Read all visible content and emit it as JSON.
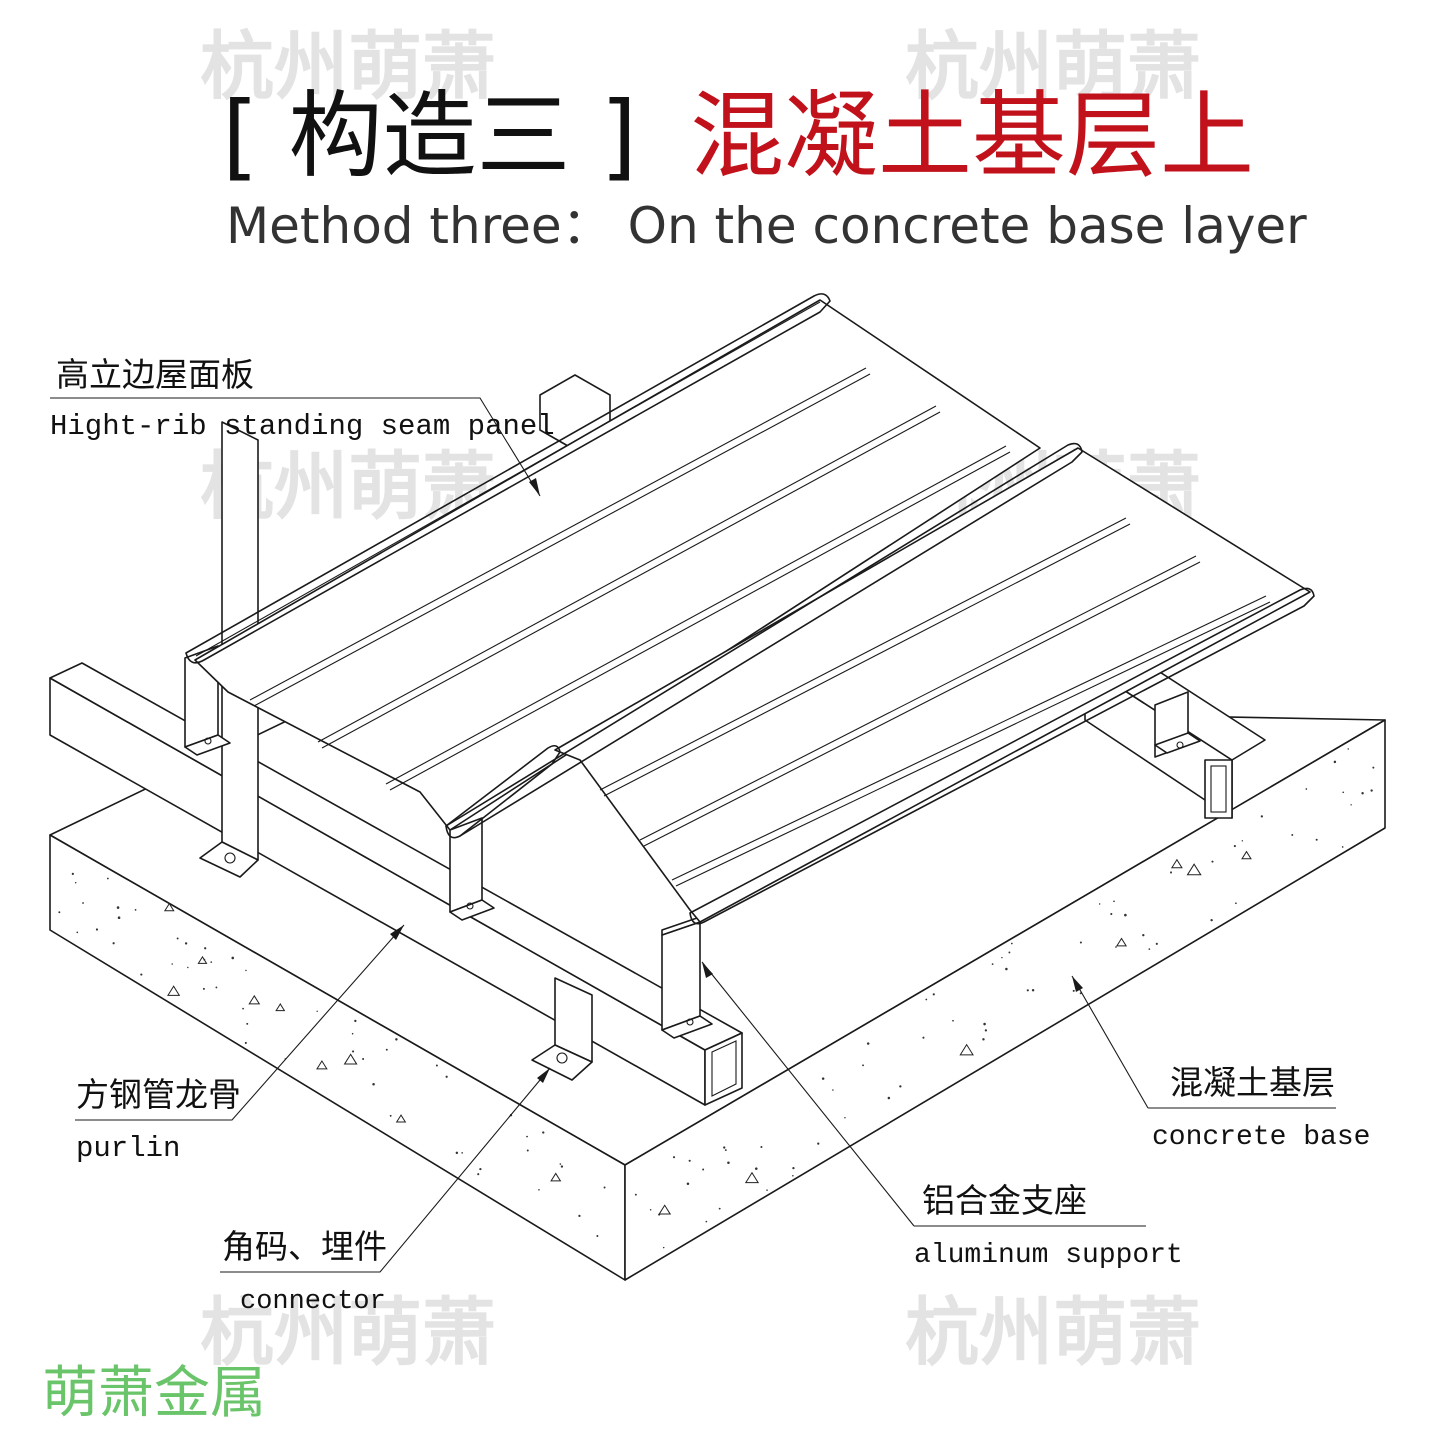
{
  "watermark": "杭州萌萧",
  "title": {
    "method_cn": "[ 构造三 ]",
    "subject_cn": "混凝土基层上",
    "subtitle_en": "Method three：  On the concrete base layer"
  },
  "labels": {
    "panel": {
      "cn": "高立边屋面板",
      "en": "Hight-rib standing seam panel"
    },
    "purlin": {
      "cn": "方钢管龙骨",
      "en": "purlin"
    },
    "connector": {
      "cn": "角码、埋件",
      "en": "connector"
    },
    "support": {
      "cn": "铝合金支座",
      "en": "aluminum support"
    },
    "concrete": {
      "cn": "混凝土基层",
      "en": "concrete base"
    }
  },
  "brand": "萌萧金属",
  "colors": {
    "title_red": "#c1121c",
    "brand_green": "#6ac46a",
    "line": "#1a1a1a",
    "watermark": "#e3e3e3"
  }
}
